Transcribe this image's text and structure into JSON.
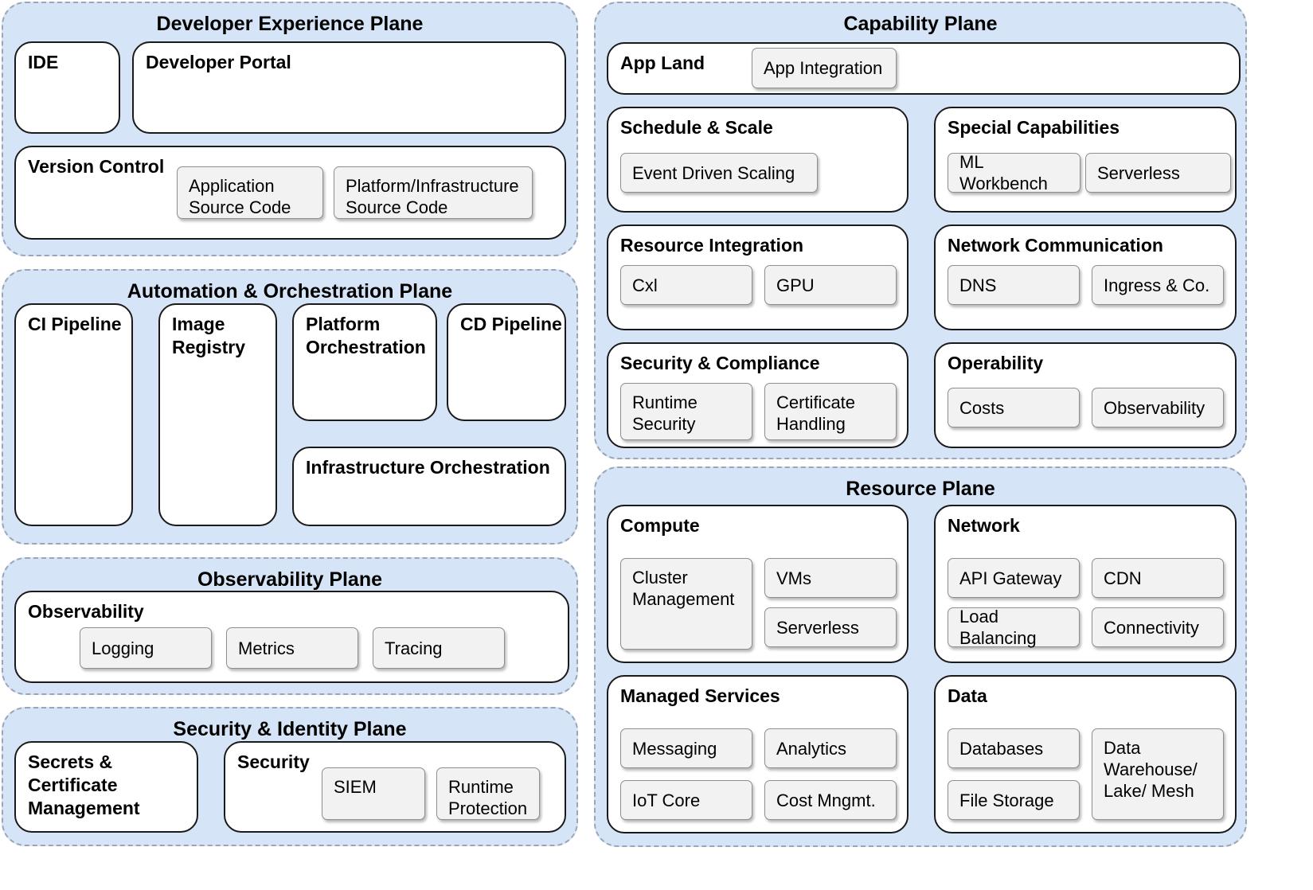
{
  "developer_experience_plane": {
    "title": "Developer Experience Plane",
    "ide": "IDE",
    "developer_portal": "Developer Portal",
    "version_control": {
      "title": "Version Control",
      "application_source_code": "Application\nSource Code",
      "platform_infrastructure_source_code": "Platform/Infrastructure\nSource Code"
    }
  },
  "automation_orchestration_plane": {
    "title": "Automation & Orchestration Plane",
    "ci_pipeline": "CI Pipeline",
    "image_registry": "Image\nRegistry",
    "platform_orchestration": "Platform\nOrchestration",
    "cd_pipeline": "CD Pipeline",
    "infrastructure_orchestration": "Infrastructure Orchestration"
  },
  "observability_plane": {
    "title": "Observability Plane",
    "observability": {
      "title": "Observability",
      "logging": "Logging",
      "metrics": "Metrics",
      "tracing": "Tracing"
    }
  },
  "security_identity_plane": {
    "title": "Security & Identity Plane",
    "secrets_certificate_management": "Secrets &\nCertificate\nManagement",
    "security": {
      "title": "Security",
      "siem": "SIEM",
      "runtime_protection": "Runtime\nProtection"
    }
  },
  "capability_plane": {
    "title": "Capability Plane",
    "app_land": {
      "title": "App Land",
      "app_integration": "App Integration"
    },
    "schedule_scale": {
      "title": "Schedule & Scale",
      "event_driven_scaling": "Event Driven Scaling"
    },
    "special_capabilities": {
      "title": "Special Capabilities",
      "ml_workbench": "ML Workbench",
      "serverless": "Serverless"
    },
    "resource_integration": {
      "title": "Resource Integration",
      "cxl": "Cxl",
      "gpu": "GPU"
    },
    "network_communication": {
      "title": "Network Communication",
      "dns": "DNS",
      "ingress": "Ingress & Co."
    },
    "security_compliance": {
      "title": "Security & Compliance",
      "runtime_security": "Runtime\nSecurity",
      "certificate_handling": "Certificate\nHandling"
    },
    "operability": {
      "title": "Operability",
      "costs": "Costs",
      "observability": "Observability"
    }
  },
  "resource_plane": {
    "title": "Resource Plane",
    "compute": {
      "title": "Compute",
      "cluster_management": "Cluster\nManagement",
      "vms": "VMs",
      "serverless": "Serverless"
    },
    "network": {
      "title": "Network",
      "api_gateway": "API Gateway",
      "cdn": "CDN",
      "load_balancing": "Load Balancing",
      "connectivity": "Connectivity"
    },
    "managed_services": {
      "title": "Managed Services",
      "messaging": "Messaging",
      "analytics": "Analytics",
      "iot_core": "IoT Core",
      "cost_mngmt": "Cost Mngmt."
    },
    "data": {
      "title": "Data",
      "databases": "Databases",
      "file_storage": "File Storage",
      "data_warehouse": "Data\nWarehouse/\nLake/ Mesh"
    }
  }
}
